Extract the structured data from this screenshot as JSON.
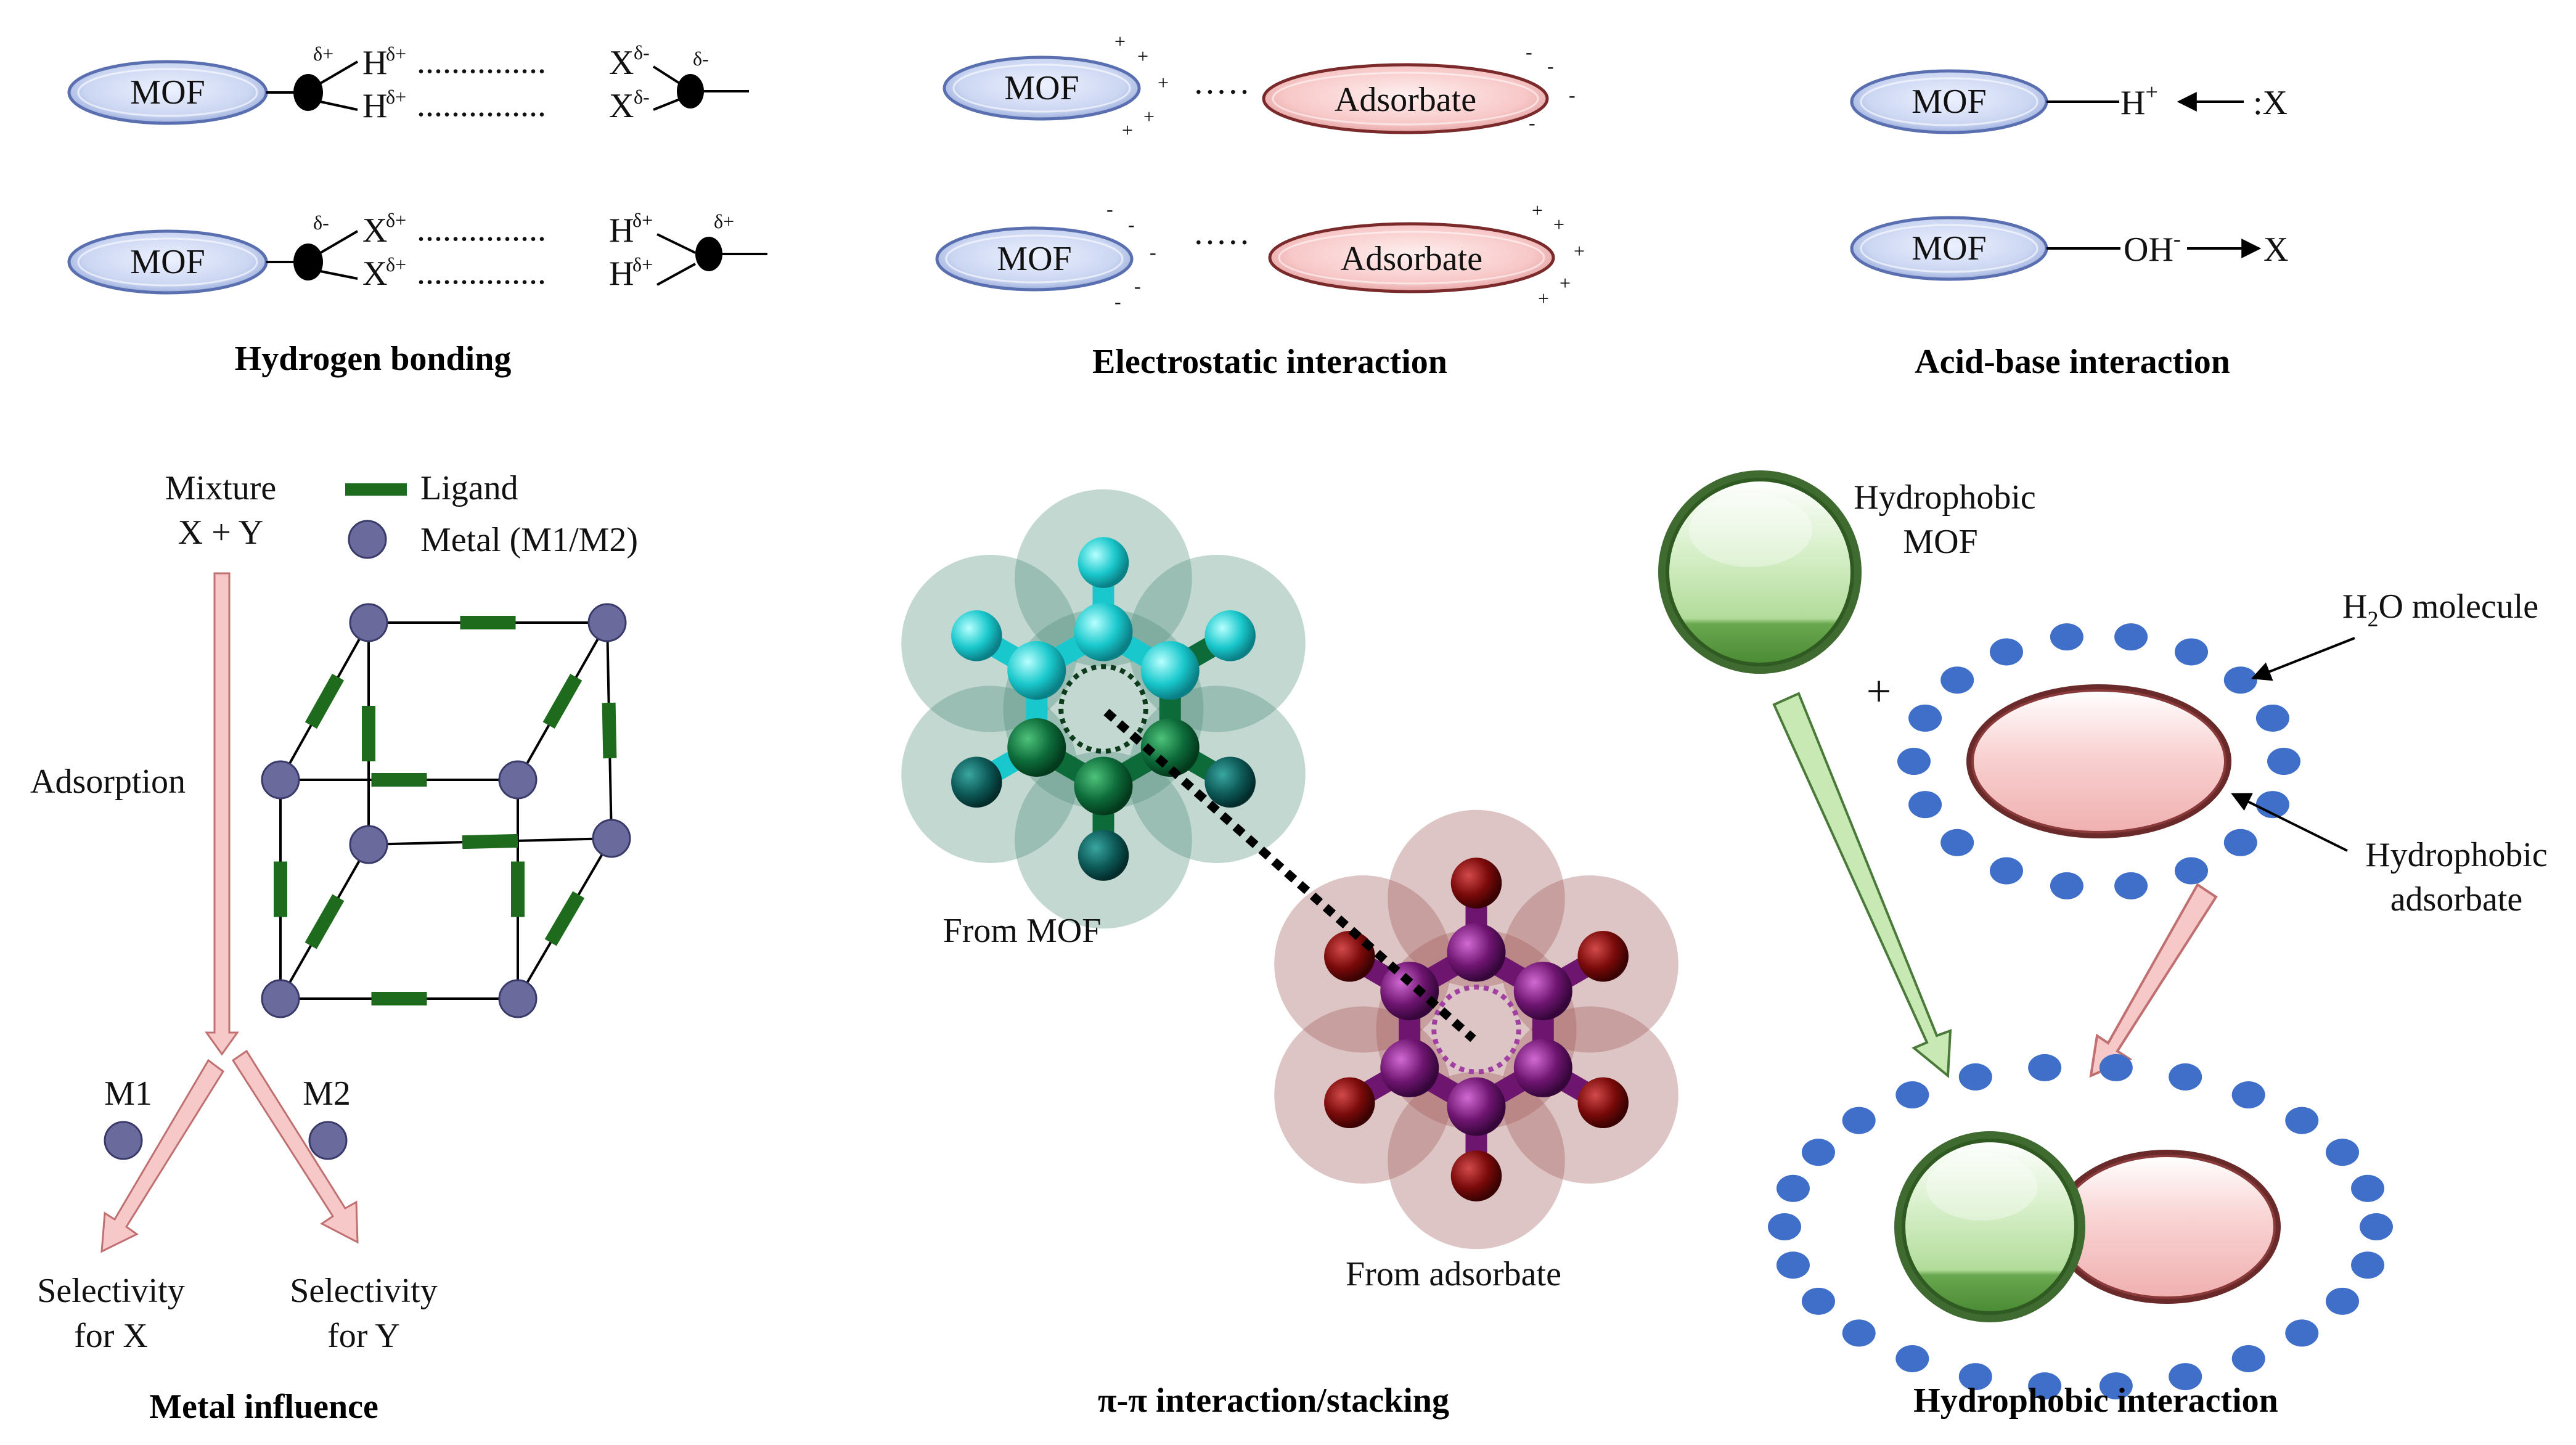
{
  "captions": {
    "hydrogen": "Hydrogen bonding",
    "electrostatic": "Electrostatic interaction",
    "acidbase": "Acid-base interaction",
    "metal": "Metal influence",
    "pipi": "π-π interaction/stacking",
    "hydrophobic": "Hydrophobic interaction"
  },
  "hbond": {
    "mof": "MOF",
    "row1_left": "H",
    "row1_right": "X",
    "row2_left": "X",
    "row2_right": "H",
    "dplus": "δ+",
    "dminus": "δ-",
    "dots": "..............."
  },
  "electrostatic": {
    "mof": "MOF",
    "adsorbate": "Adsorbate",
    "dots": "·····",
    "plus": "+",
    "minus": "-"
  },
  "acidbase": {
    "mof": "MOF",
    "row1_group": "H",
    "row1_sup": "+",
    "row1_target": ":X",
    "row2_group": "OH",
    "row2_sup": "-",
    "row2_target": "X"
  },
  "metal": {
    "mixture_l1": "Mixture",
    "mixture_l2": "X + Y",
    "legend_ligand": "Ligand",
    "legend_metal": "Metal  (M1/M2)",
    "adsorption": "Adsorption",
    "m1": "M1",
    "m2": "M2",
    "sel_x_l1": "Selectivity",
    "sel_x_l2": "for X",
    "sel_y_l1": "Selectivity",
    "sel_y_l2": "for Y",
    "colors": {
      "ligand": "#1e6b1e",
      "metal": "#6a6a9c",
      "arrow": "#f6c8c8"
    }
  },
  "pipi": {
    "from_mof": "From MOF",
    "from_adsorbate": "From adsorbate",
    "colors": {
      "mof_atoms": "#19c8cc",
      "mof_dark": "#0d6b3a",
      "ads_atoms": "#6e1570",
      "ads_dark": "#7a0a0a"
    }
  },
  "hydrophobic": {
    "mof_l1": "Hydrophobic",
    "mof_l2": "MOF",
    "water_main": "O molecule",
    "water_h": "H",
    "water_sub": "2",
    "plus": "+",
    "ads_l1": "Hydrophobic",
    "ads_l2": "adsorbate",
    "colors": {
      "water": "#3f6fc8",
      "mof": "#b8e0a8",
      "adsorbate": "#f7c8c8"
    }
  }
}
